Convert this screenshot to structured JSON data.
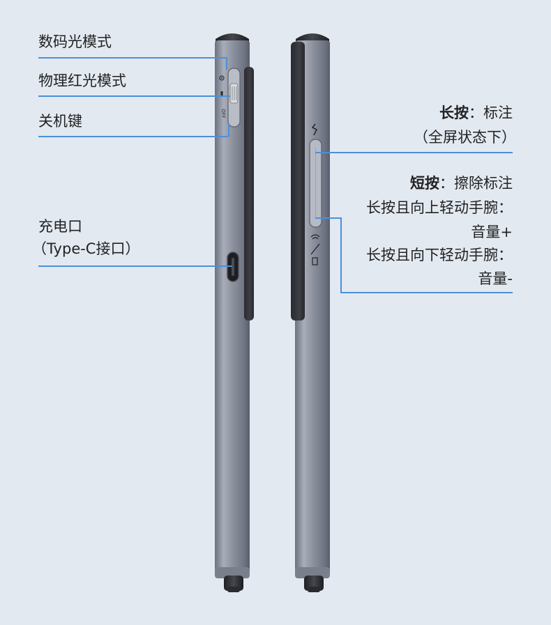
{
  "left_labels": {
    "digital_laser_mode": "数码光模式",
    "red_laser_mode": "物理红光模式",
    "power_key": "关机键",
    "charge_port_line1": "充电口",
    "charge_port_line2": "（Type-C接口）"
  },
  "right_labels": {
    "long_press_title": "长按",
    "long_press_colon": "：",
    "long_press_action": "标注",
    "long_press_note": "（全屏状态下）",
    "short_press_title": "短按",
    "short_press_colon": "：",
    "short_press_action": "擦除标注",
    "wrist_up_line1": "长按且向上轻动手腕：",
    "wrist_up_line2": "音量+",
    "wrist_down_line1": "长按且向下轻动手腕：",
    "wrist_down_line2": "音量-"
  },
  "switch_marks": {
    "off": "OFF"
  },
  "colors": {
    "background": "#e3e9f1",
    "callout_line": "#4a90d9",
    "pen_body": "#8a8f9e",
    "pen_dark": "#2c2d31"
  }
}
